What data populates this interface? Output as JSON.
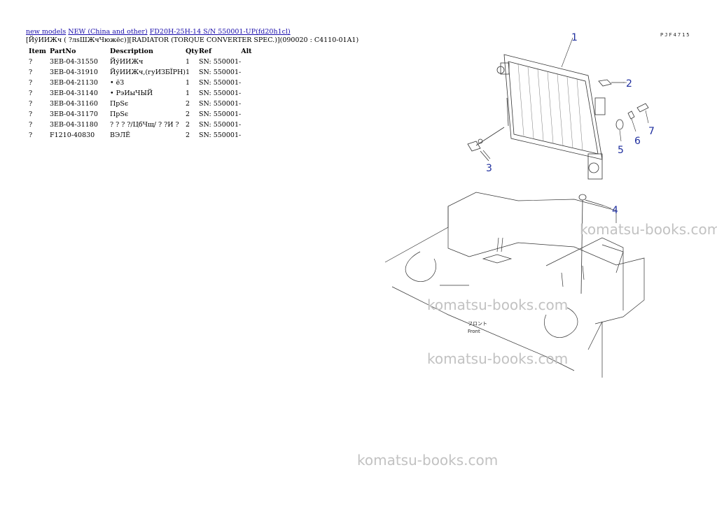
{
  "breadcrumb": {
    "links": [
      "new models",
      "NEW (China and other)",
      "FD20H-25H-14 S/N 550001-UP(fd20h1cl)"
    ]
  },
  "subtitle": "[ЙўИИЖч ( ?лsШЖчЧюжёс)][RADIATOR (TORQUE CONVERTER SPEC.)](090020 : C4110-01A1)",
  "table": {
    "headers": [
      "Item",
      "PartNo",
      "Description",
      "Qty",
      "Ref",
      "Alt"
    ],
    "rows": [
      {
        "item": "?",
        "part": "3EB-04-31550",
        "desc": "ЙўИИЖч",
        "qty": "1",
        "ref": "SN: 550001-",
        "alt": ""
      },
      {
        "item": "?",
        "part": "3EB-04-31910",
        "desc": "ЙўИИЖч,(гуИЗБЇРН)",
        "qty": "1",
        "ref": "SN: 550001-",
        "alt": ""
      },
      {
        "item": "?",
        "part": "3EB-04-21130",
        "desc": "• ёЗ",
        "qty": "1",
        "ref": "SN: 550001-",
        "alt": ""
      },
      {
        "item": "?",
        "part": "3EB-04-31140",
        "desc": "• РэИыЧЫЙ",
        "qty": "1",
        "ref": "SN: 550001-",
        "alt": ""
      },
      {
        "item": "?",
        "part": "3EB-04-31160",
        "desc": "ПрЅє",
        "qty": "2",
        "ref": "SN: 550001-",
        "alt": ""
      },
      {
        "item": "?",
        "part": "3EB-04-31170",
        "desc": "ПрЅє",
        "qty": "2",
        "ref": "SN: 550001-",
        "alt": ""
      },
      {
        "item": "?",
        "part": "3EB-04-31180",
        "desc": "? ? ? ?/ЦбЧщ/ ? ?И ?",
        "qty": "2",
        "ref": "SN: 550001-",
        "alt": ""
      },
      {
        "item": "?",
        "part": "F1210-40830",
        "desc": "ВЭЛЁ",
        "qty": "2",
        "ref": "SN: 550001-",
        "alt": ""
      }
    ]
  },
  "diagram": {
    "code": "PJF4715",
    "front_label_1": "フロント",
    "front_label_2": "Front",
    "callouts": [
      "1",
      "2",
      "3",
      "4",
      "5",
      "6",
      "7"
    ],
    "accent_color": "#1e2e9e"
  },
  "watermarks": [
    "komatsu-books.com",
    "komatsu-books.com",
    "komatsu-books.com",
    "komatsu-books.com"
  ]
}
